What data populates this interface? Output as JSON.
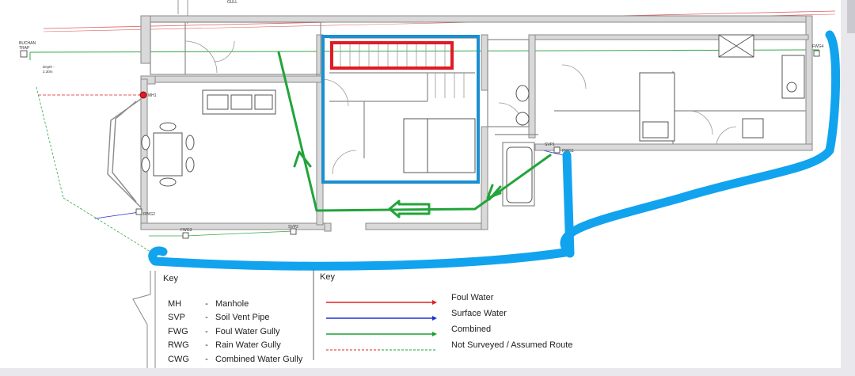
{
  "labels": {
    "buchan_trap": [
      "BUCHAN",
      "TRAP"
    ],
    "depth": [
      "Depth -",
      "2.30m"
    ],
    "mh1": "MH1",
    "svp1": "SVP1",
    "rwg1": "RWG1",
    "fwg4": "FWG4",
    "rwg2": "RWG2",
    "fwg3": "FWG3",
    "svp2": "SVP2",
    "top_note": "GULL"
  },
  "key_left": {
    "title": "Key",
    "items": [
      {
        "abbr": "MH",
        "dash": "-",
        "desc": "Manhole"
      },
      {
        "abbr": "SVP",
        "dash": "-",
        "desc": "Soil Vent Pipe"
      },
      {
        "abbr": "FWG",
        "dash": "-",
        "desc": "Foul Water Gully"
      },
      {
        "abbr": "RWG",
        "dash": "-",
        "desc": "Rain Water Gully"
      },
      {
        "abbr": "CWG",
        "dash": "-",
        "desc": "Combined Water Gully"
      }
    ]
  },
  "key_right": {
    "title": "Key",
    "items": [
      {
        "label": "Foul Water",
        "color": "#e02020",
        "style": "arrow"
      },
      {
        "label": "Surface Water",
        "color": "#2030d0",
        "style": "arrow"
      },
      {
        "label": "Combined",
        "color": "#18a030",
        "style": "arrow"
      },
      {
        "label": "Not Surveyed / Assumed Route",
        "color": "#e02020",
        "color2": "#18a030",
        "style": "dashed"
      }
    ]
  },
  "colors": {
    "annotation_green": "#22a43a",
    "annotation_blue_box": "#1b8fd0",
    "annotation_red_box": "#e01b24",
    "highlight_blue_line": "#12a3ee",
    "walls": "#9a9a9a",
    "wall_fill": "#d9d9d9"
  }
}
